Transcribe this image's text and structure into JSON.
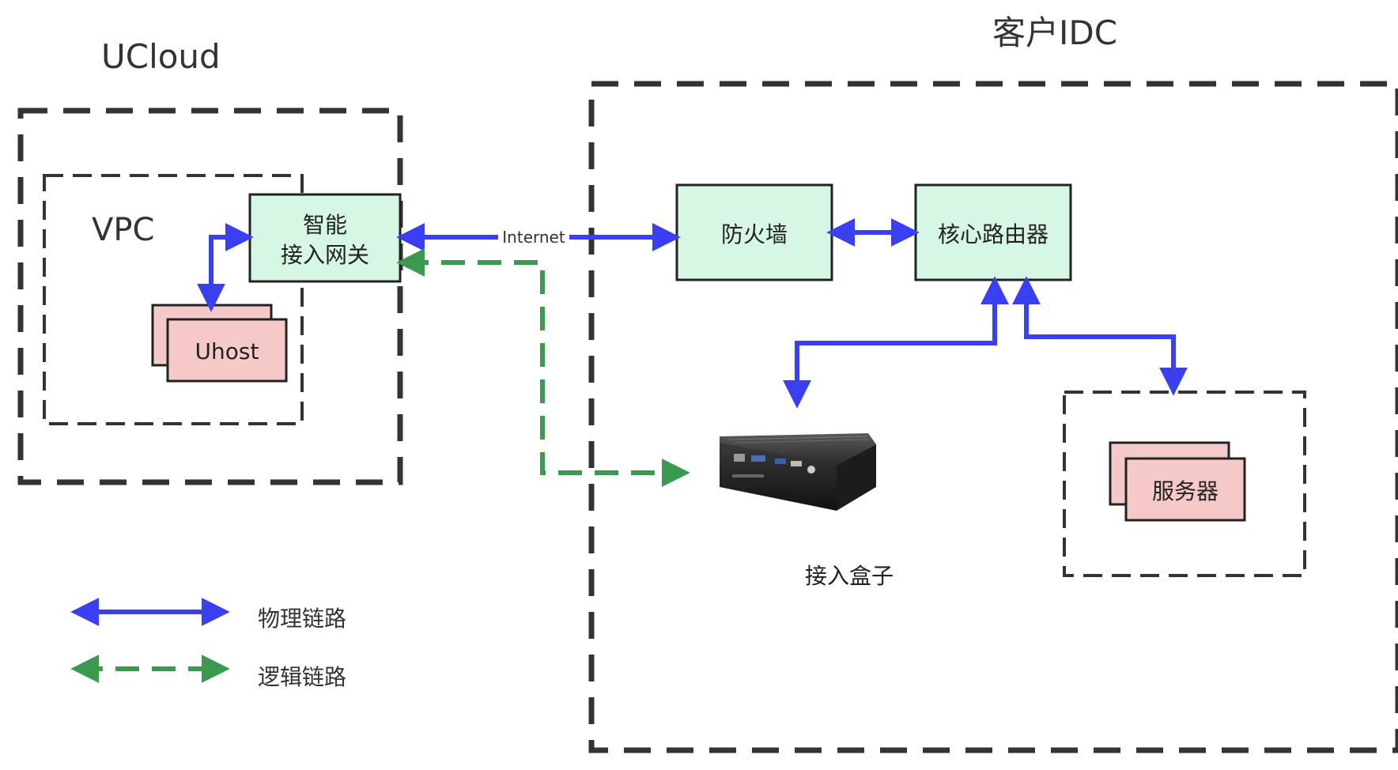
{
  "regions": {
    "ucloud": "UCloud",
    "customer_idc": "客户IDC",
    "vpc": "VPC"
  },
  "nodes": {
    "gateway_line1": "智能",
    "gateway_line2": "接入网关",
    "uhost": "Uhost",
    "firewall": "防火墙",
    "core_router": "核心路由器",
    "access_box": "接入盒子",
    "server": "服务器"
  },
  "links": {
    "internet": "Internet"
  },
  "legend": {
    "physical": "物理链路",
    "logical": "逻辑链路"
  },
  "colors": {
    "physical_link": "#3a3ff0",
    "logical_link": "#3c9a50",
    "network_node_fill": "#d6f7e3",
    "host_node_fill": "#f6c9c9",
    "border": "#222222",
    "dashed_border": "#333333"
  },
  "icons": {
    "access_box_device": "mini-pc-device-icon"
  }
}
